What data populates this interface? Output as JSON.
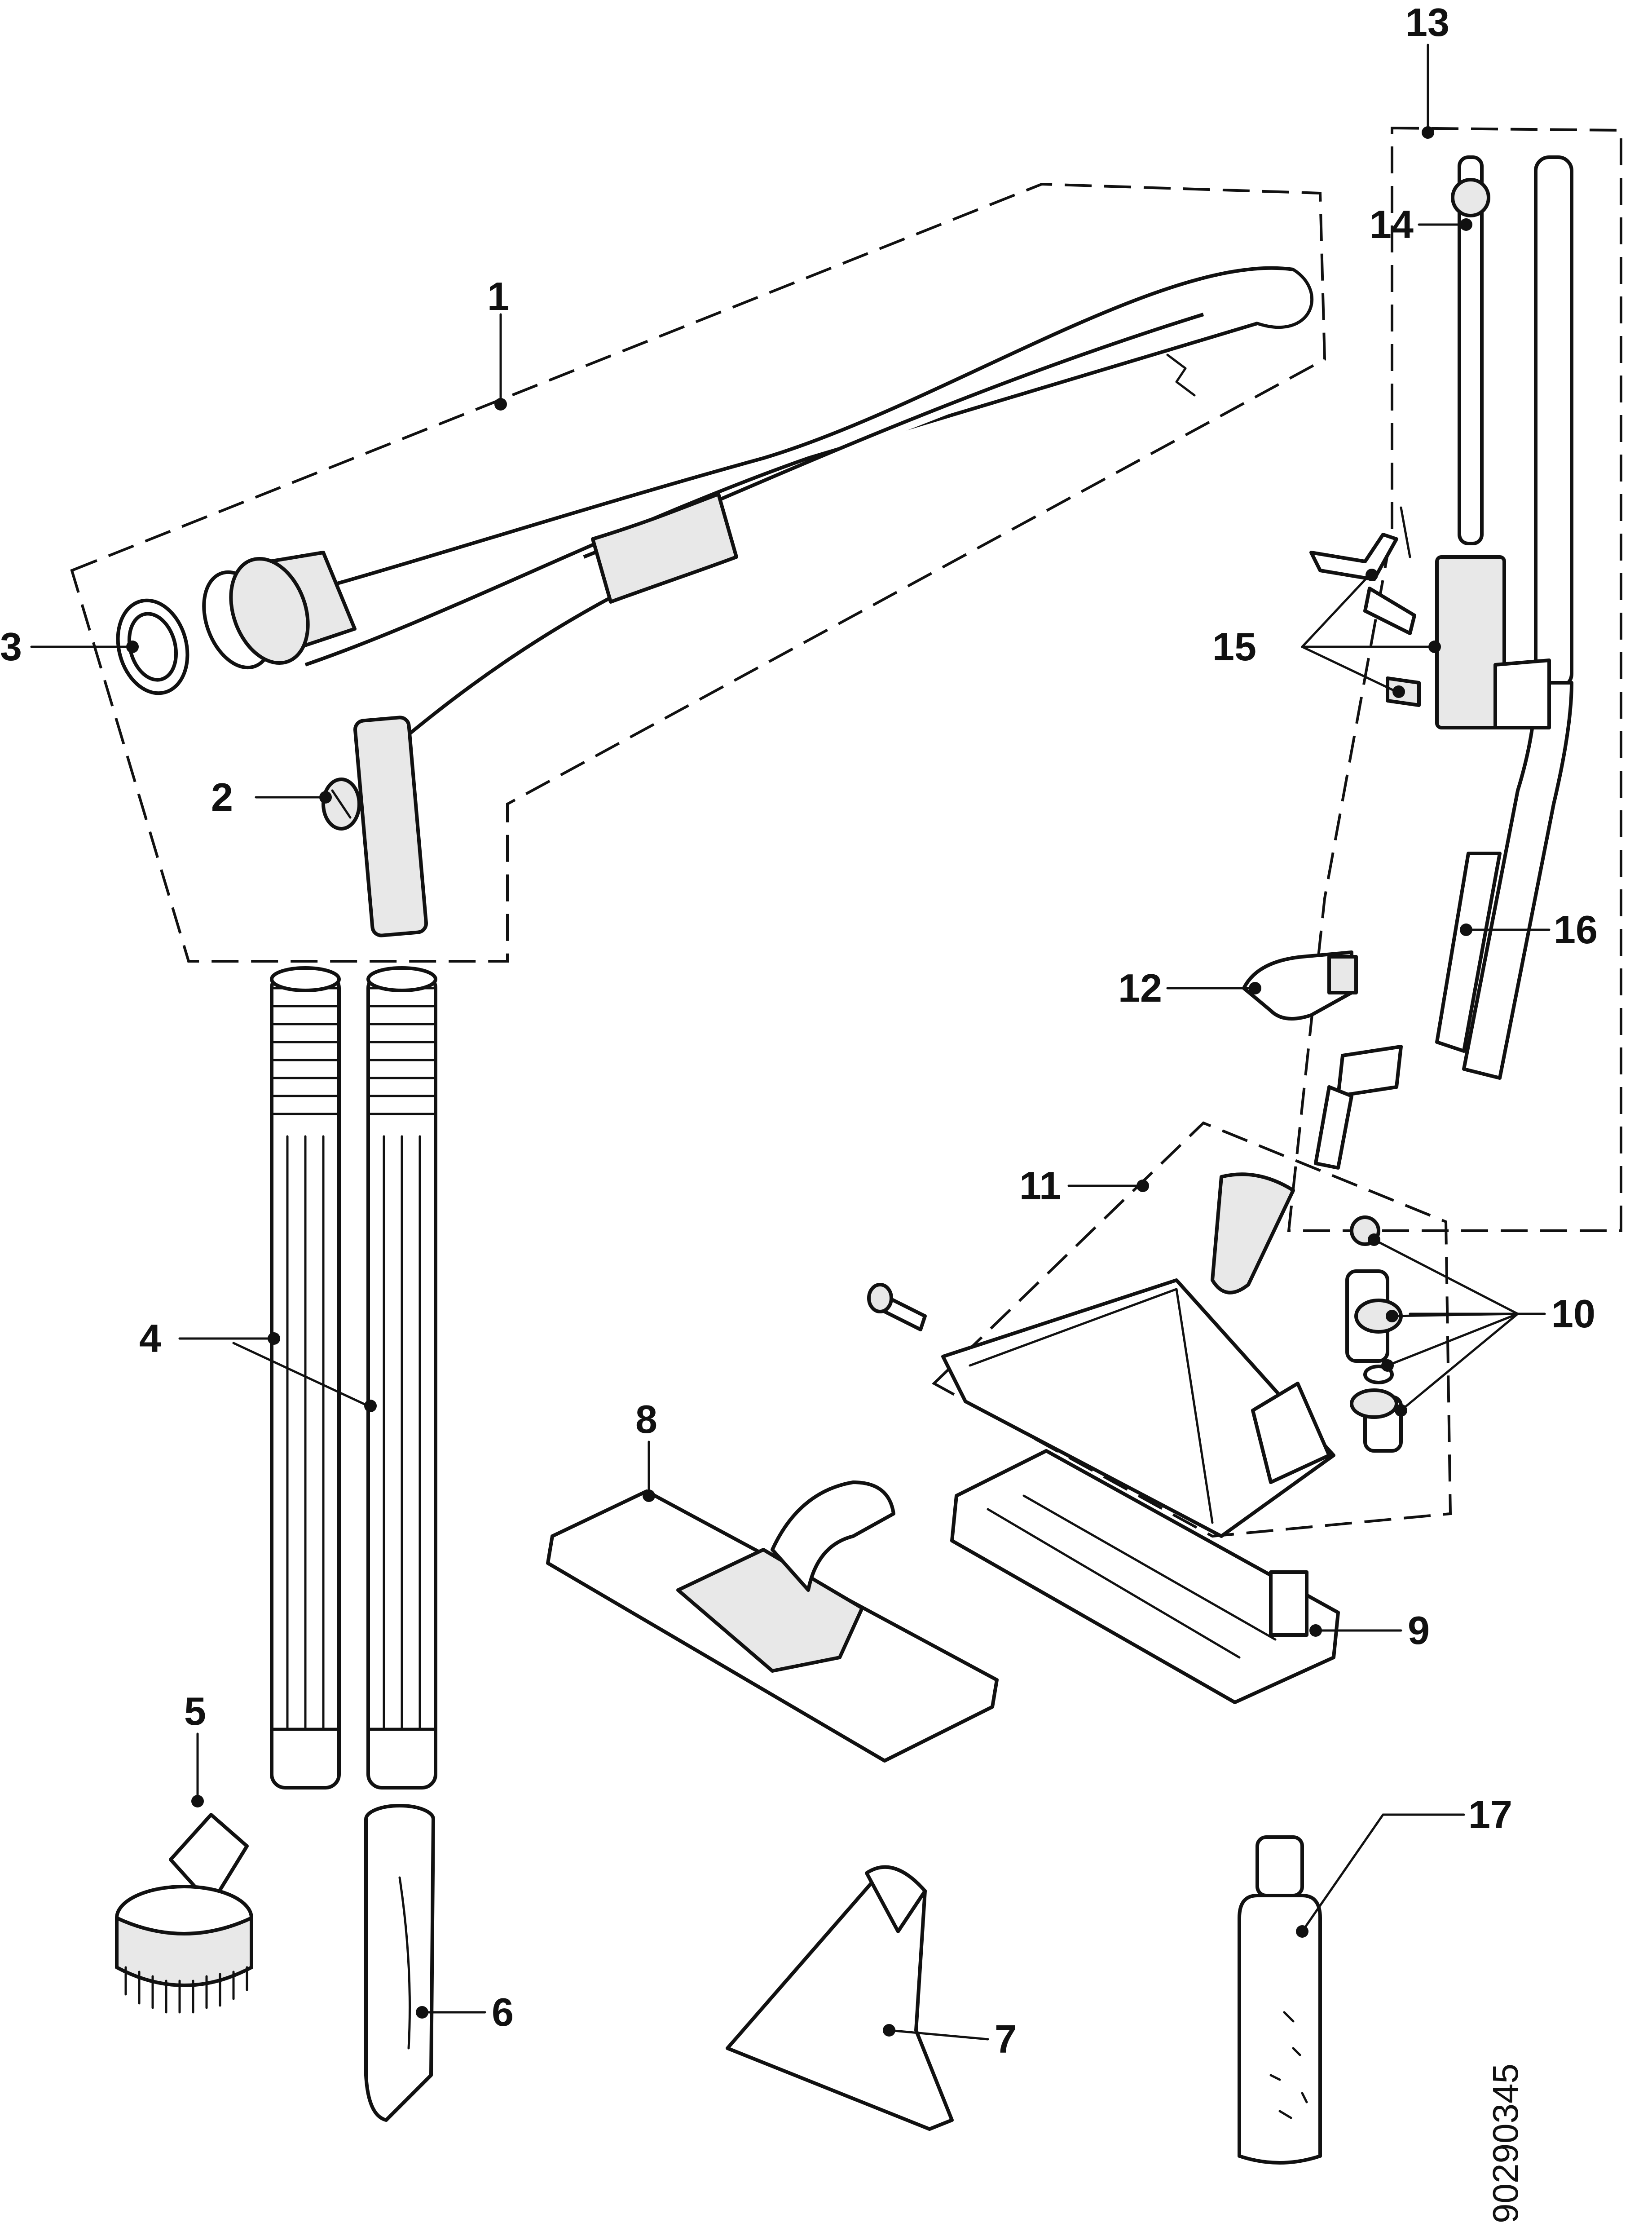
{
  "callouts": {
    "c1": "1",
    "c2": "2",
    "c3": "3",
    "c4": "4",
    "c5": "5",
    "c6": "6",
    "c7": "7",
    "c8": "8",
    "c9": "9",
    "c10": "10",
    "c11": "11",
    "c12": "12",
    "c13": "13",
    "c14": "14",
    "c15": "15",
    "c16": "16",
    "c17": "17"
  },
  "document_number": "90290345"
}
